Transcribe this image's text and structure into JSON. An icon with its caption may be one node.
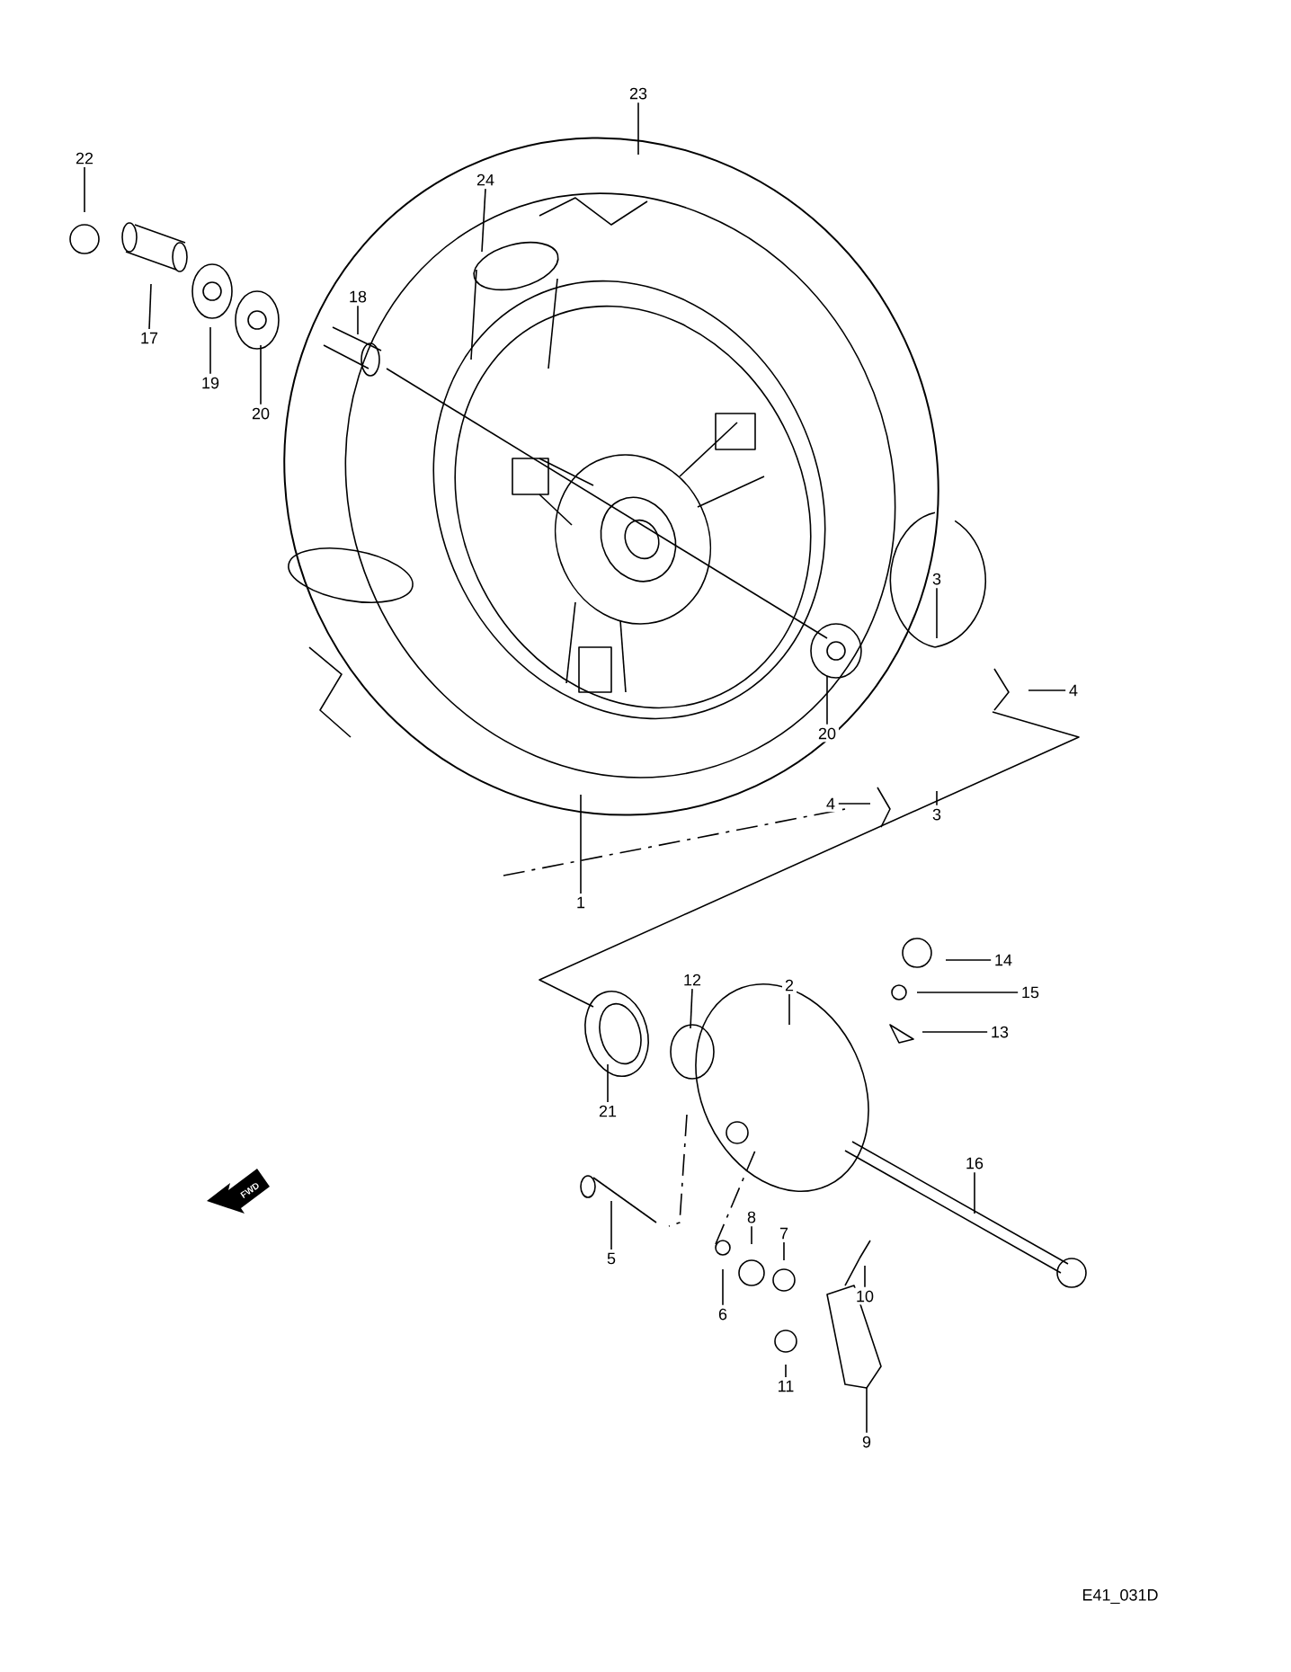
{
  "diagram": {
    "nodes": [
      {
        "text": [
          "23"
        ]
      },
      {
        "text": [
          "22"
        ]
      },
      {
        "text": [
          "24"
        ]
      },
      {
        "text": [
          "18"
        ]
      },
      {
        "text": [
          "17"
        ]
      },
      {
        "text": [
          "19"
        ]
      },
      {
        "text": [
          "20"
        ]
      },
      {
        "text": [
          "3"
        ]
      },
      {
        "text": [
          "4"
        ]
      },
      {
        "text": [
          "20"
        ]
      },
      {
        "text": [
          "4"
        ]
      },
      {
        "text": [
          "3"
        ]
      },
      {
        "text": [
          "1"
        ]
      },
      {
        "text": [
          "14"
        ]
      },
      {
        "text": [
          "12"
        ]
      },
      {
        "text": [
          "2"
        ]
      },
      {
        "text": [
          "15"
        ]
      },
      {
        "text": [
          "13"
        ]
      },
      {
        "text": [
          "21"
        ]
      },
      {
        "text": [
          "16"
        ]
      },
      {
        "text": [
          "8"
        ]
      },
      {
        "text": [
          "7"
        ]
      },
      {
        "text": [
          "5"
        ]
      },
      {
        "text": [
          "10"
        ]
      },
      {
        "text": [
          "6"
        ]
      },
      {
        "text": [
          "11"
        ]
      },
      {
        "text": [
          "9"
        ]
      }
    ],
    "edges": [
      {
        "from": 0,
        "to": null,
        "arrow": "none"
      },
      {
        "from": 1,
        "to": null,
        "arrow": "none"
      },
      {
        "from": 2,
        "to": null,
        "arrow": "none"
      },
      {
        "from": 3,
        "to": null,
        "arrow": "none"
      },
      {
        "from": 4,
        "to": null,
        "arrow": "none"
      },
      {
        "from": 5,
        "to": null,
        "arrow": "none"
      },
      {
        "from": 6,
        "to": null,
        "arrow": "none"
      },
      {
        "from": 7,
        "to": null,
        "arrow": "none"
      },
      {
        "from": 8,
        "to": null,
        "arrow": "none"
      },
      {
        "from": 9,
        "to": null,
        "arrow": "none"
      },
      {
        "from": 10,
        "to": null,
        "arrow": "none"
      },
      {
        "from": 11,
        "to": null,
        "arrow": "none"
      },
      {
        "from": 12,
        "to": null,
        "arrow": "none"
      },
      {
        "from": 13,
        "to": null,
        "arrow": "none"
      },
      {
        "from": 14,
        "to": null,
        "arrow": "none"
      },
      {
        "from": 15,
        "to": null,
        "arrow": "none"
      },
      {
        "from": 16,
        "to": null,
        "arrow": "none"
      },
      {
        "from": 17,
        "to": null,
        "arrow": "none"
      },
      {
        "from": 18,
        "to": null,
        "arrow": "none"
      },
      {
        "from": 19,
        "to": null,
        "arrow": "none"
      },
      {
        "from": 20,
        "to": null,
        "arrow": "none"
      },
      {
        "from": 21,
        "to": null,
        "arrow": "none"
      },
      {
        "from": 22,
        "to": null,
        "arrow": "none"
      },
      {
        "from": 23,
        "to": null,
        "arrow": "none"
      },
      {
        "from": 24,
        "to": null,
        "arrow": "none"
      },
      {
        "from": 25,
        "to": null,
        "arrow": "none"
      },
      {
        "from": 26,
        "to": null,
        "arrow": "none"
      }
    ],
    "labels": [
      "FWD",
      "E41_031D"
    ]
  }
}
